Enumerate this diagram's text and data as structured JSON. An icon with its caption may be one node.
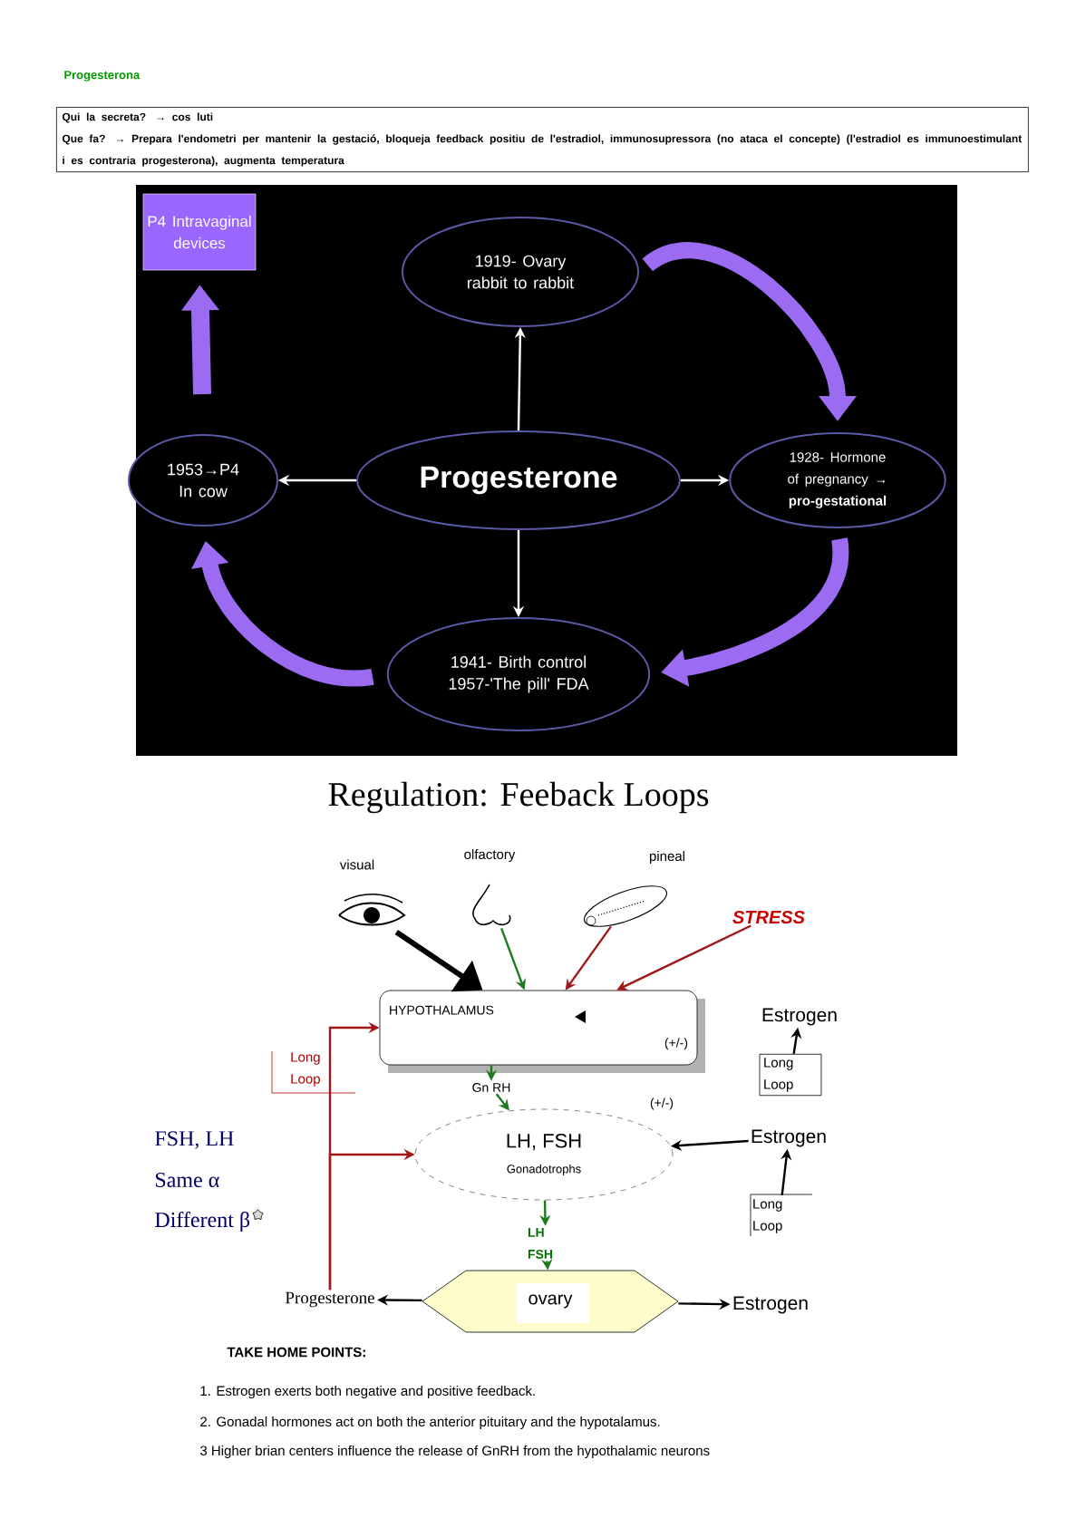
{
  "diagram": {
    "title": "Progesterona",
    "nodes": [
      {
        "text": [
          "Qui la secreta? → cos luti",
          "Que fa? → Prepara l'endometri per mantenir la gestació, bloqueja feedback positiu de l'estradiol, immunosupressora (no ataca el concepte) (l'estradiol es immunoestimulant i es contraria progesterona), augmenta temperatura"
        ]
      },
      {
        "text": [
          "P4 Intravaginal devices"
        ]
      },
      {
        "text": [
          "1919- Ovary rabbit to rabbit"
        ]
      },
      {
        "text": [
          "Progesterone"
        ]
      },
      {
        "text": [
          "1953→P4 In cow"
        ]
      },
      {
        "text": [
          "1928- Hormone of pregnancy → **pro-gestational**"
        ]
      },
      {
        "text": [
          "1941- Birth control 1957-'The pill' FDA"
        ]
      },
      {
        "text": [],
        "shape": "picture",
        "beside": [
          "visual"
        ]
      },
      {
        "text": [],
        "shape": "picture",
        "beside": [
          "olfactory"
        ]
      },
      {
        "text": [],
        "shape": "picture",
        "beside": [
          "pineal"
        ]
      },
      {
        "text": [
          "STRESS"
        ]
      },
      {
        "text": [
          "HYPOTHALAMUS",
          "(+/-)"
        ]
      },
      {
        "text": [
          "Estrogen"
        ]
      },
      {
        "text": [
          "Long Loop"
        ]
      },
      {
        "text": [
          "Gn RH"
        ]
      },
      {
        "text": [
          "LH, FSH",
          "Gonadotrophs"
        ],
        "beside": [
          "(+/-)"
        ]
      },
      {
        "text": [
          "Estrogen"
        ]
      },
      {
        "text": [
          "Long Loop"
        ]
      },
      {
        "text": [
          "LH FSH"
        ]
      },
      {
        "text": [
          "ovary"
        ]
      },
      {
        "text": [
          "Progesterone"
        ]
      },
      {
        "text": [
          "Estrogen"
        ]
      }
    ],
    "edges": [
      {
        "from": 3,
        "to": 2,
        "arrow": "to",
        "color": "#ffffff"
      },
      {
        "from": 3,
        "to": 4,
        "arrow": "to",
        "color": "#ffffff"
      },
      {
        "from": 3,
        "to": 5,
        "arrow": "to",
        "color": "#ffffff"
      },
      {
        "from": 3,
        "to": 6,
        "arrow": "to",
        "color": "#ffffff"
      },
      {
        "from": 2,
        "to": 5,
        "arrow": "to",
        "style": "thick",
        "color": "#9b6bf2"
      },
      {
        "from": 5,
        "to": 6,
        "arrow": "to",
        "style": "thick",
        "color": "#9b6bf2"
      },
      {
        "from": 6,
        "to": 4,
        "arrow": "to",
        "style": "thick",
        "color": "#9b6bf2"
      },
      {
        "from": 4,
        "to": 1,
        "arrow": "to",
        "style": "thick",
        "color": "#9b6bf2"
      },
      {
        "from": 7,
        "to": 11,
        "arrow": "to",
        "style": "thick"
      },
      {
        "from": 8,
        "to": 11,
        "arrow": "to",
        "color": "#1f7a1f"
      },
      {
        "from": 9,
        "to": 11,
        "arrow": "to",
        "color": "#a01818"
      },
      {
        "from": 10,
        "to": 11,
        "arrow": "to",
        "color": "#a01818"
      },
      {
        "from": 13,
        "to": 12,
        "arrow": "to"
      },
      {
        "from": 11,
        "to": 14,
        "arrow": "to",
        "color": "#1f7a1f"
      },
      {
        "from": 14,
        "to": 15,
        "arrow": "to",
        "color": "#1f7a1f"
      },
      {
        "from": 16,
        "to": 15,
        "arrow": "to"
      },
      {
        "from": 17,
        "to": 16,
        "arrow": "to"
      },
      {
        "from": 15,
        "to": 18,
        "arrow": "to",
        "color": "#1f7a1f"
      },
      {
        "from": 18,
        "to": 19,
        "arrow": "to",
        "color": "#1f7a1f"
      },
      {
        "from": 19,
        "to": 20,
        "arrow": "to"
      },
      {
        "from": 19,
        "to": 21,
        "arrow": "to"
      },
      {
        "from": 20,
        "to": 11,
        "arrow": "to",
        "color": "#a01818"
      },
      {
        "from": 20,
        "to": 15,
        "arrow": "to",
        "color": "#a01818"
      }
    ],
    "labels": [
      "Regulation: Feeback Loops",
      "Long Loop",
      "FSH, LH",
      "Same α",
      "Different β",
      "TAKE HOME POINTS:",
      "1. Estrogen exerts both negative and positive feedback.",
      "2. Gonadal hormones act on both the anterior pituitary and the hypotalamus.",
      "3 Higher brian centers influence the release of GnRH from the hypothalamic neurons"
    ]
  }
}
